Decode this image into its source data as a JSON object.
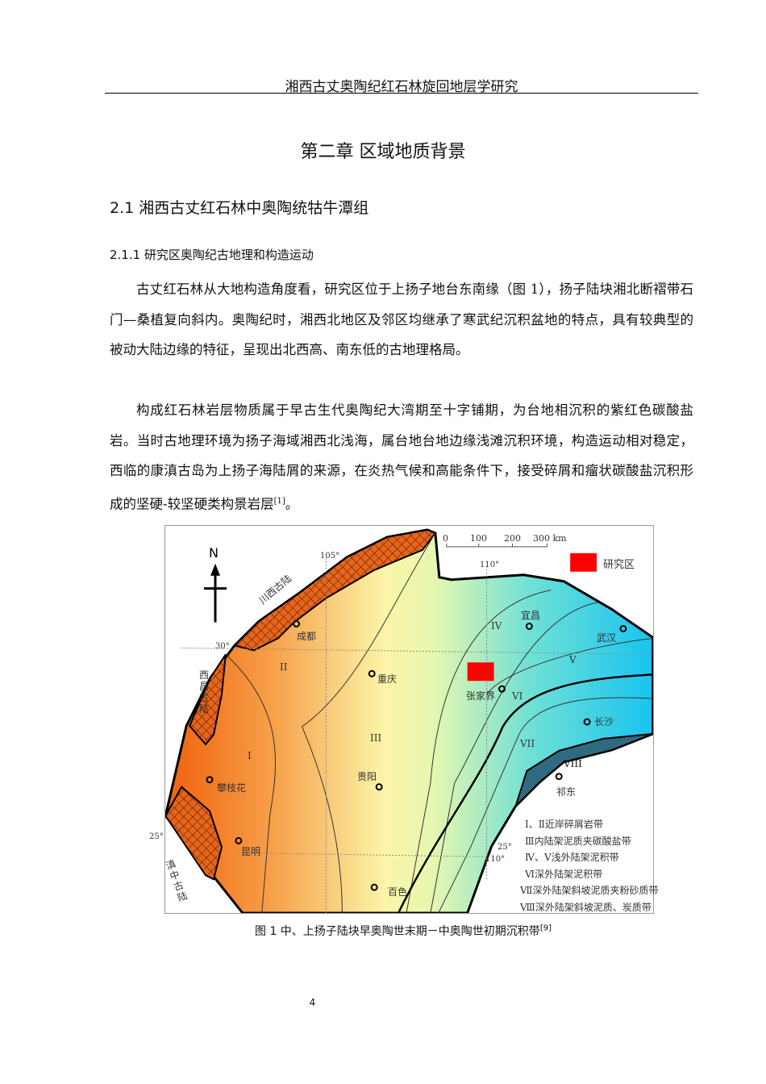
{
  "header": {
    "title": "湘西古丈奥陶纪红石林旋回地层学研究"
  },
  "chapter_title": "第二章  区域地质背景",
  "section_title": "2.1 湘西古丈红石林中奥陶统牯牛潭组",
  "subsection_title": "2.1.1 研究区奥陶纪古地理和构造运动",
  "paragraphs": [
    "古丈红石林从大地构造角度看，研究区位于上扬子地台东南缘（图 1），扬子陆块湘北断褶带石门—桑植复向斜内。奥陶纪时，湘西北地区及邻区均继承了寒武纪沉积盆地的特点，具有较典型的被动大陆边缘的特征，呈现出北西高、南东低的古地理格局。",
    "构成红石林岩层物质属于早古生代奥陶纪大湾期至十字铺期，为台地相沉积的紫红色碳酸盐岩。当时古地理环境为扬子海域湘西北浅海，属台地台地边缘浅滩沉积环境，构造运动相对稳定，西临的康滇古岛为上扬子海陆屑的来源，在炎热气候和高能条件下，接受碎屑和瘤状碳酸盐沉积形成的坚硬-较坚硬类构景岩层"
  ],
  "citation_1": "[1]",
  "para2_end": "。",
  "figure": {
    "north": "N",
    "scale": [
      "0",
      "100",
      "200",
      "300 km"
    ],
    "study_area": "研究区",
    "study_area_color": "#ff0000",
    "lon_lat": {
      "lon105": "105°",
      "lon110_top": "110°",
      "lat30": "30°",
      "lat25_left": "25°",
      "lat25_right": "25°",
      "lon110_bottom": "110°"
    },
    "paleolands": {
      "chuanxi": "川西古陆",
      "xichang": "西昌古陆",
      "dianzhong": "滇中古陆"
    },
    "cities": {
      "chengdu": "成都",
      "chongqing": "重庆",
      "yichang": "宜昌",
      "wuhan": "武汉",
      "zhangjiajie": "张家界",
      "changsha": "长沙",
      "panzhihua": "攀枝花",
      "guiyang": "贵阳",
      "kunming": "昆明",
      "qidong": "祁东",
      "baise": "百色"
    },
    "zones": {
      "I": "I",
      "II": "II",
      "III": "III",
      "IV": "IV",
      "V": "V",
      "VI": "VI",
      "VII": "VII",
      "VIII": "VIII"
    },
    "legend": [
      "Ⅰ、Ⅱ近岸碎屑岩带",
      "Ⅲ内陆架泥质夹碳酸盐带",
      "Ⅳ、Ⅴ浅外陆架泥积带",
      "Ⅵ深外陆架泥积带",
      "Ⅶ深外陆架斜坡泥质夹粉砂质带",
      "Ⅷ深外陆架斜坡泥质、炭质带"
    ],
    "caption": "图 1 中、上扬子陆块早奥陶世末期－中奥陶世初期沉积带",
    "caption_ref": "[9]"
  },
  "page_number": "4"
}
